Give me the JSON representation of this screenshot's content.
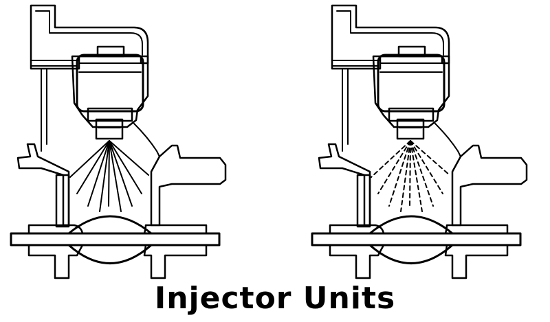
{
  "caption": "Injector Units",
  "colors": {
    "ink": "#000000",
    "paper": "#ffffff"
  },
  "units": [
    {
      "key": "unit-left",
      "spray": "solid-lines"
    },
    {
      "key": "unit-right",
      "spray": "dashed-lines"
    }
  ]
}
